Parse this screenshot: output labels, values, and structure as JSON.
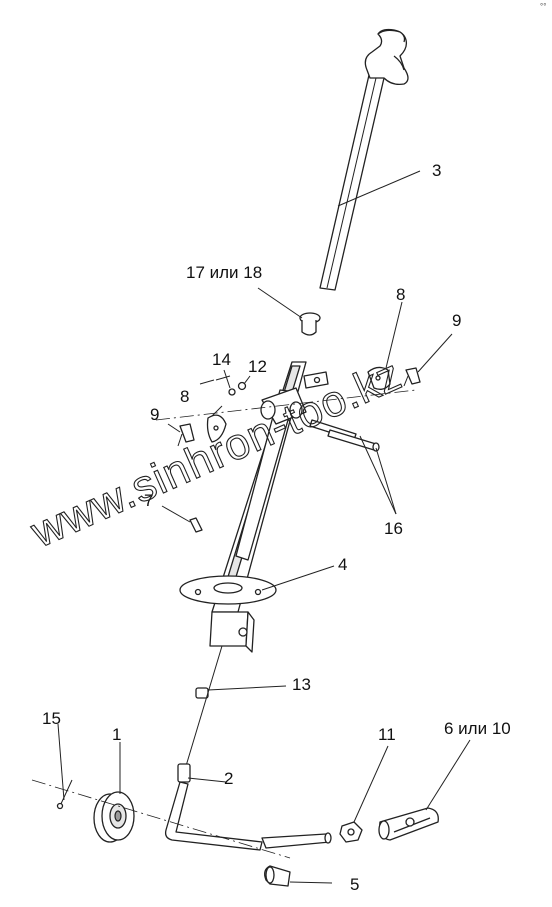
{
  "corner_mark": "°°",
  "watermark": "www.sinhron-too.kz",
  "callouts": {
    "c1": "1",
    "c2": "2",
    "c3": "3",
    "c4": "4",
    "c5": "5",
    "c6_10": "6 или 10",
    "c7": "7",
    "c8_right": "8",
    "c8_left": "8",
    "c9_right": "9",
    "c9_left": "9",
    "c11": "11",
    "c12": "12",
    "c13": "13",
    "c14": "14",
    "c15": "15",
    "c16": "16",
    "c17_18": "17 или 18"
  }
}
